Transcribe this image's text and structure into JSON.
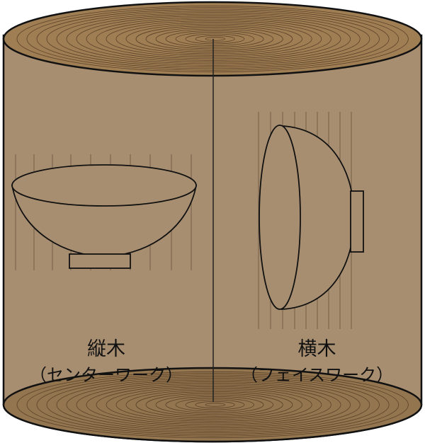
{
  "colors": {
    "bark": "#a88e70",
    "top_face": "#9f7e54",
    "bottom_face": "#93754f",
    "ring": "#5a4128",
    "grain": "#6e5a44",
    "outline": "#111111",
    "text": "#111111"
  },
  "labels": {
    "left": {
      "main": "縦木",
      "sub": "（センターワーク）"
    },
    "right": {
      "main": "横木",
      "sub": "（フェイスワーク）"
    }
  }
}
